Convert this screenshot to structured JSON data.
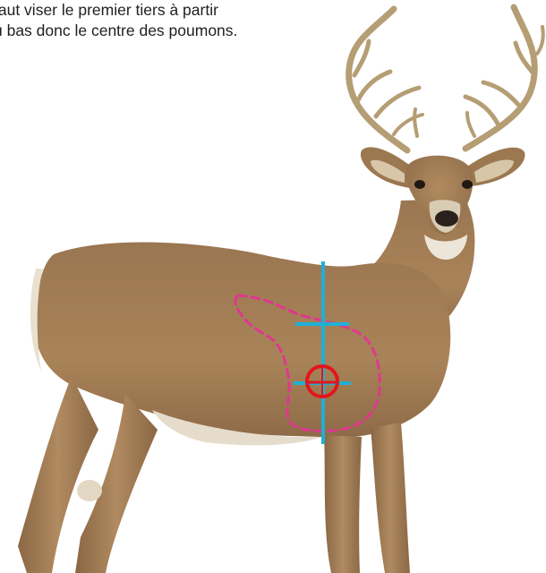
{
  "caption": {
    "line1": "faut viser le premier tiers à partir",
    "line2": "u bas donc le centre des poumons."
  },
  "colors": {
    "background": "#ffffff",
    "text": "#1f1f1f",
    "deer_body": "#a47e56",
    "deer_belly": "#e9e2d4",
    "antler": "#b9a37c",
    "vital_zone_outline": "#e0378f",
    "guide_line": "#1fb0d6",
    "target_circle": "#e3161b"
  },
  "icons": {
    "deer": "deer-illustration",
    "crosshair": "crosshair-target-icon"
  }
}
